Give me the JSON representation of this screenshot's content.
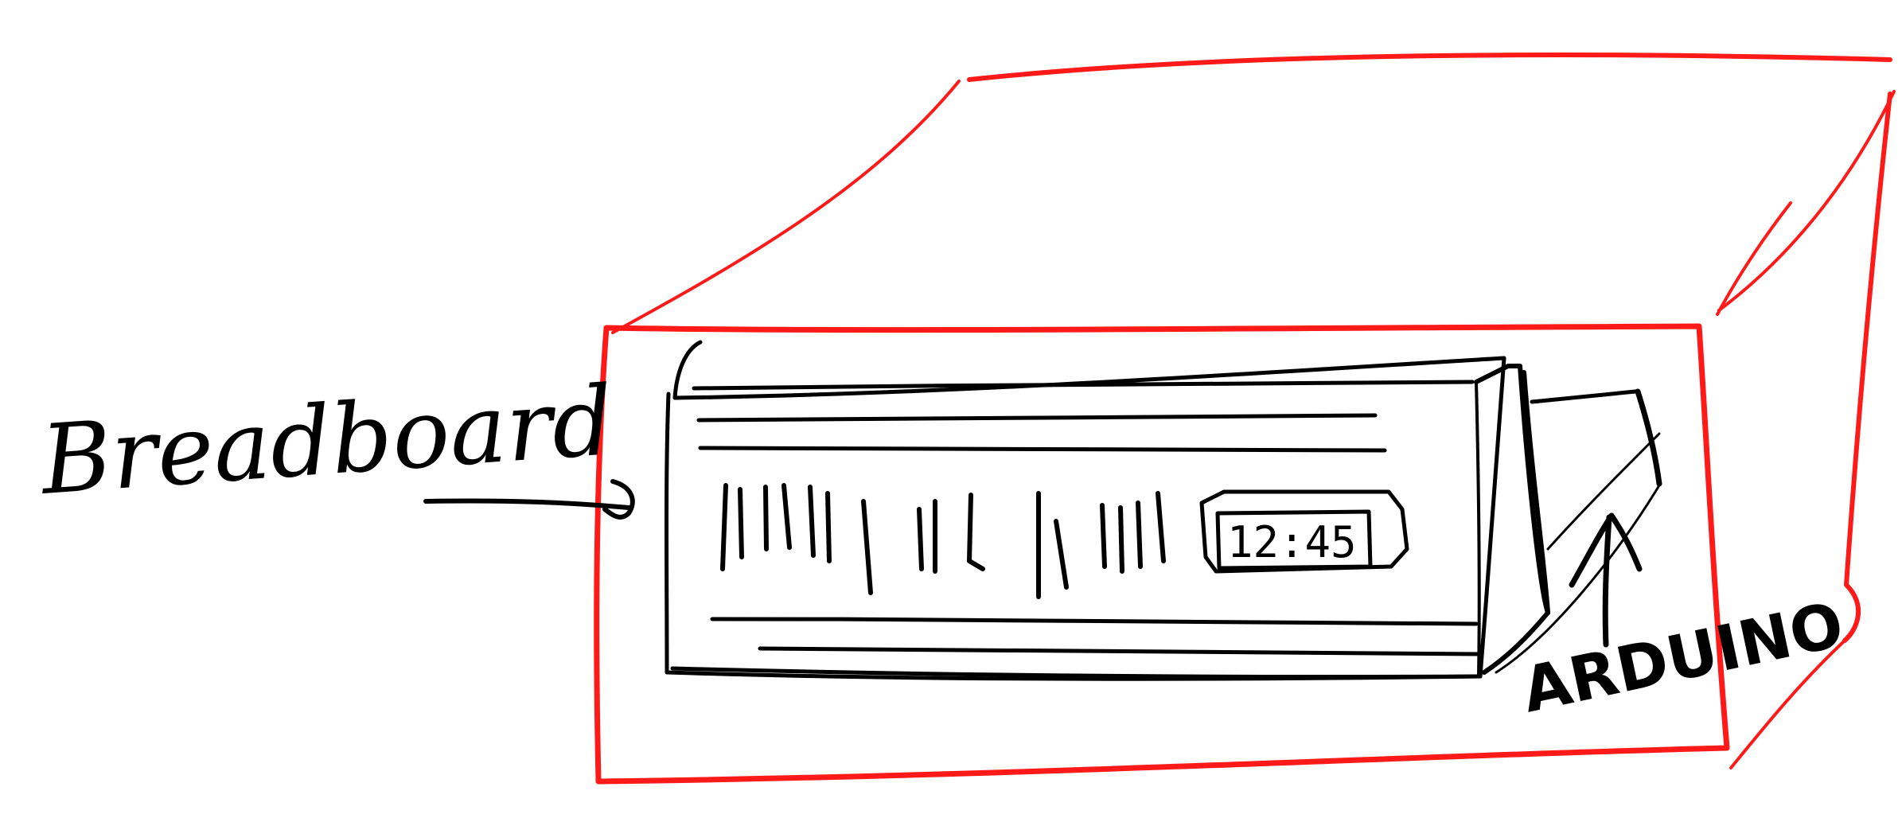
{
  "labels": {
    "breadboard": "Breadboard",
    "arduino": "ARDUINO",
    "display_time": "12:45"
  },
  "colors": {
    "background": "#ffffff",
    "box_outline": "#ff1a1a",
    "ink": "#000000"
  }
}
